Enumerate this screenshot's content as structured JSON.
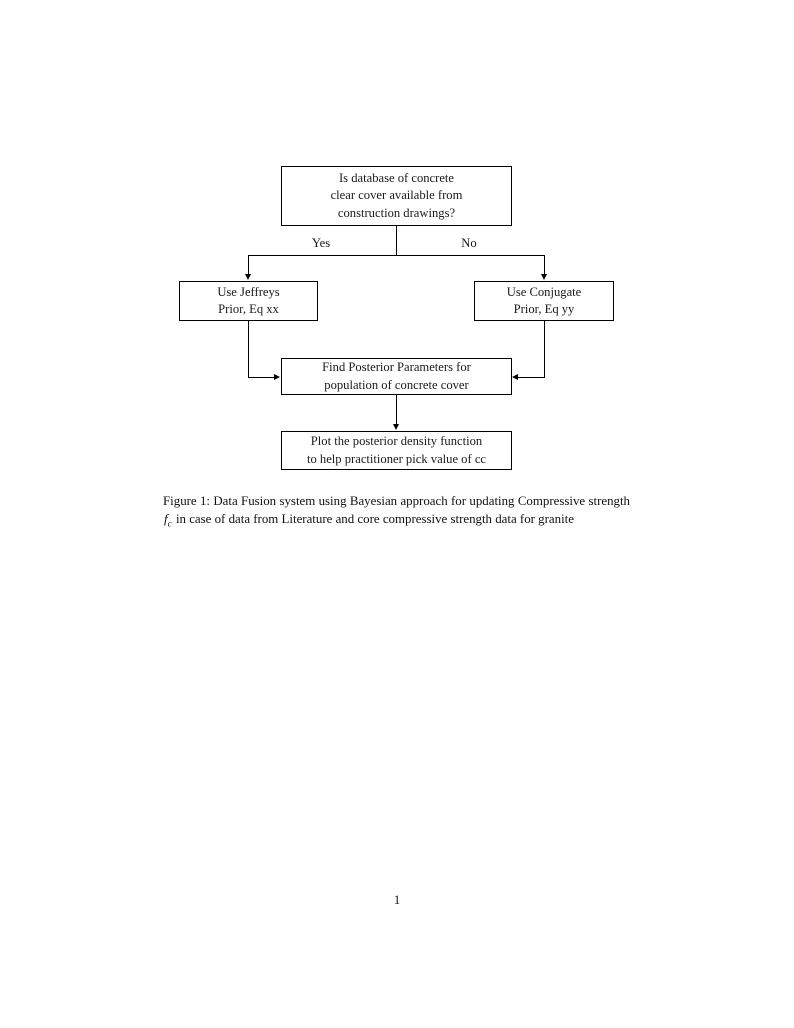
{
  "document": {
    "page_number": "1",
    "background_color": "#ffffff",
    "text_color": "#000000"
  },
  "figure": {
    "diagram_type": "flowchart",
    "nodes": [
      {
        "id": "decision",
        "shape": "rectangle",
        "lines": [
          "Is database of concrete",
          "clear cover available from",
          "construction drawings?"
        ]
      },
      {
        "id": "jeffreys",
        "shape": "rectangle",
        "lines": [
          "Use Jeffreys",
          "Prior, Eq xx"
        ]
      },
      {
        "id": "conjugate",
        "shape": "rectangle",
        "lines": [
          "Use Conjugate",
          "Prior, Eq yy"
        ]
      },
      {
        "id": "posterior",
        "shape": "rectangle",
        "lines": [
          "Find Posterior Parameters for",
          "population of concrete cover"
        ]
      },
      {
        "id": "plot",
        "shape": "rectangle",
        "lines": [
          "Plot the posterior density function",
          "to help practitioner pick value of cc"
        ]
      }
    ],
    "edge_labels": {
      "yes": "Yes",
      "no": "No"
    },
    "edges": [
      {
        "from": "decision",
        "to": "jeffreys",
        "label": "Yes"
      },
      {
        "from": "decision",
        "to": "conjugate",
        "label": "No"
      },
      {
        "from": "jeffreys",
        "to": "posterior",
        "label": ""
      },
      {
        "from": "conjugate",
        "to": "posterior",
        "label": ""
      },
      {
        "from": "posterior",
        "to": "plot",
        "label": ""
      }
    ]
  },
  "caption": {
    "label": "Figure 1:",
    "part1": "Data Fusion system using Bayesian approach for updating Compressive strength",
    "math_symbol": "f",
    "math_subscript": "c",
    "part2": "in case of data from Literature and core compressive strength data for granite",
    "full_text": "Figure 1: Data Fusion system using Bayesian approach for updating Compressive strength fc in case of data from Literature and core compressive strength data for granite"
  }
}
